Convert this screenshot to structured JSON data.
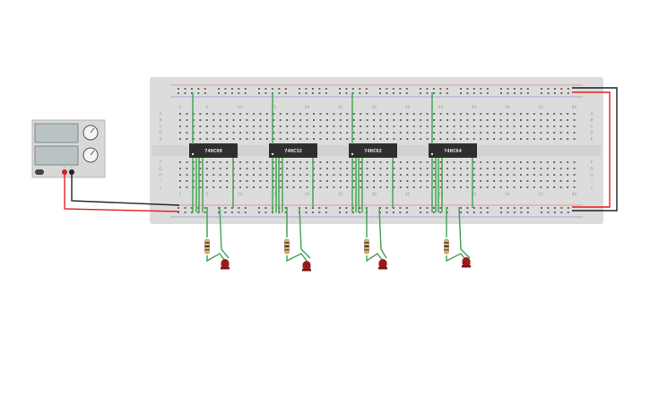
{
  "circuit": {
    "chips": [
      {
        "id": "chip-1",
        "label": "74HC00"
      },
      {
        "id": "chip-2",
        "label": "74HC32"
      },
      {
        "id": "chip-3",
        "label": "74HC02"
      },
      {
        "id": "chip-4",
        "label": "74HC04"
      }
    ],
    "breadboard": {
      "column_numbers_top": [
        "1",
        "5",
        "10",
        "15",
        "20",
        "25",
        "30",
        "35",
        "40",
        "45",
        "50",
        "55",
        "60"
      ],
      "column_numbers_bottom": [
        "1",
        "5",
        "10",
        "15",
        "20",
        "25",
        "30",
        "35",
        "40",
        "45",
        "50",
        "55",
        "60"
      ],
      "row_letters_top": [
        "A",
        "B",
        "C",
        "D",
        "E"
      ],
      "row_letters_bottom": [
        "F",
        "G",
        "H",
        "I",
        "J"
      ]
    },
    "power_supply": {
      "label": "",
      "plus_symbol": "+",
      "minus_symbol": "−"
    },
    "colors": {
      "wire_green": "#3fa34d",
      "wire_red": "#e02020",
      "wire_black": "#222222",
      "led_red": "#9b1b1b",
      "chip_body": "#2e2e2e",
      "board": "#dcdcdc"
    }
  }
}
